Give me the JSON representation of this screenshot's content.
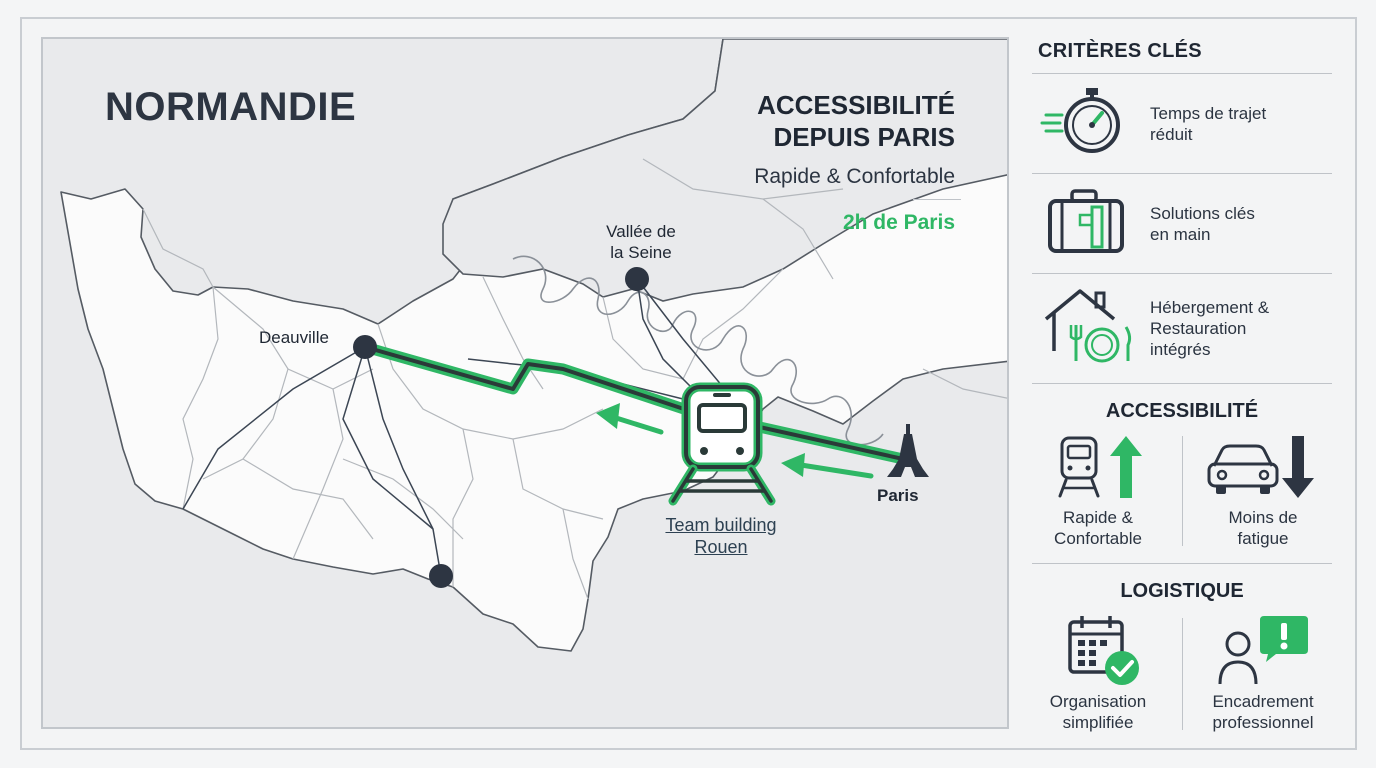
{
  "map": {
    "region_title": "NORMANDIE",
    "headline_line1": "ACCESSIBILITÉ",
    "headline_line2": "DEPUIS PARIS",
    "subtitle": "Rapide & Confortable",
    "travel_time": "2h de Paris",
    "cities": {
      "deauville": "Deauville",
      "seine_line1": "Vallée de",
      "seine_line2": "la Seine",
      "paris": "Paris",
      "rouen_line1": "Team building",
      "rouen_line2": "Rouen"
    },
    "icons": [
      "train-icon",
      "eiffel-tower-icon",
      "arrow-left-icon"
    ]
  },
  "panel": {
    "criteria_title": "CRITÈRES CLÉS",
    "criteria": [
      {
        "icon": "stopwatch-icon",
        "line1": "Temps de trajet",
        "line2": "réduit",
        "line3": ""
      },
      {
        "icon": "suitcase-icon",
        "line1": "Solutions clés",
        "line2": "en main",
        "line3": ""
      },
      {
        "icon": "house-dining-icon",
        "line1": "Hébergement &",
        "line2": "Restauration",
        "line3": "intégrés"
      }
    ],
    "accessibility_title": "ACCESSIBILITÉ",
    "accessibility": [
      {
        "icon": "train-up-arrow-icon",
        "line1": "Rapide &",
        "line2": "Confortable"
      },
      {
        "icon": "car-down-arrow-icon",
        "line1": "Moins de",
        "line2": "fatigue"
      }
    ],
    "logistics_title": "LOGISTIQUE",
    "logistics": [
      {
        "icon": "calendar-check-icon",
        "line1": "Organisation",
        "line2": "simplifiée"
      },
      {
        "icon": "person-alert-icon",
        "line1": "Encadrement",
        "line2": "professionnel"
      }
    ]
  },
  "colors": {
    "accent_green": "#2fb765",
    "dark": "#2d3542",
    "route_dark": "#2a3a38"
  }
}
